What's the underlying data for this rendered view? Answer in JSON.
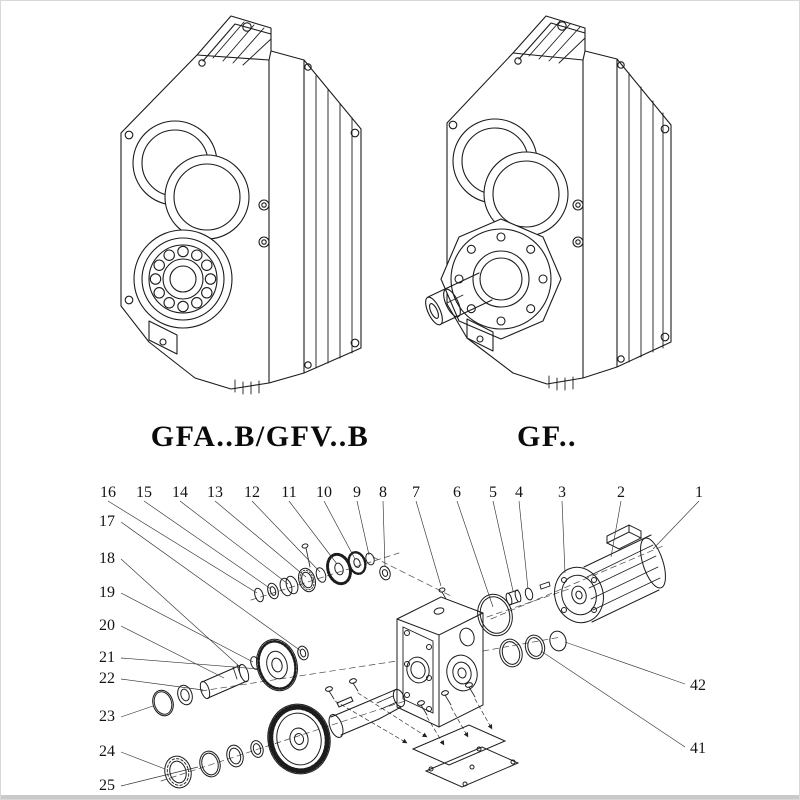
{
  "drawings": {
    "left": {
      "label": "GFA..B/GFV..B"
    },
    "right": {
      "label": "GF.."
    }
  },
  "exploded_view": {
    "callouts_top": [
      "16",
      "15",
      "14",
      "13",
      "12",
      "11",
      "10",
      "9",
      "8",
      "7",
      "6",
      "5",
      "4",
      "3",
      "2",
      "1"
    ],
    "callouts_left": [
      "17",
      "18",
      "19",
      "20",
      "21",
      "22",
      "23",
      "24",
      "25"
    ],
    "callouts_right": [
      "42",
      "41"
    ]
  },
  "colors": {
    "line": "#1c1c1c",
    "background": "#ffffff",
    "page_edge": "#c9c9c9"
  }
}
